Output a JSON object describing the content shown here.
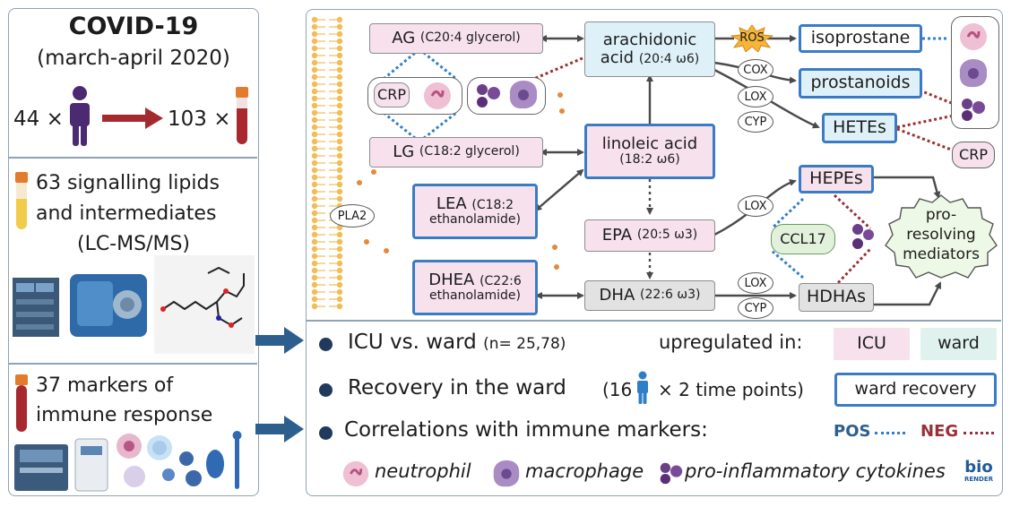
{
  "left": {
    "title": "COVID-19",
    "period": "(march-april 2020)",
    "patients_count": "44 ×",
    "samples_count": "103 ×",
    "lipids_text_line1": "63 signalling lipids",
    "lipids_text_line2": "and intermediates",
    "lipids_text_line3": "(LC-MS/MS)",
    "markers_text_line1": "37 markers of",
    "markers_text_line2": "immune response"
  },
  "pathway": {
    "ag": {
      "name": "AG",
      "detail": "(C20:4 glycerol)"
    },
    "lg": {
      "name": "LG",
      "detail": "(C18:2 glycerol)"
    },
    "crp_left": "CRP",
    "arachidonic": {
      "name_line1": "arachidonic",
      "name_line2": "acid",
      "detail": "(20:4 ω6)"
    },
    "linoleic": {
      "name": "linoleic acid",
      "detail": "(18:2 ω6)"
    },
    "lea": {
      "name": "LEA",
      "detail_a": "(C18:2",
      "detail_b": "ethanolamide)"
    },
    "dhea": {
      "name": "DHEA",
      "detail_a": "(C22:6",
      "detail_b": "ethanolamide)"
    },
    "epa": {
      "name": "EPA",
      "detail": "(20:5 ω3)"
    },
    "dha": {
      "name": "DHA",
      "detail": "(22:6 ω3)"
    },
    "ros": "ROS",
    "isoprostane": "isoprostane",
    "prostanoids": "prostanoids",
    "hetes": "HETEs",
    "hepes": "HEPEs",
    "hdhas": "HDHAs",
    "crp_right": "CRP",
    "ccl17": "CCL17",
    "pla2": "PLA2",
    "cox": "COX",
    "lox_a": "LOX",
    "cyp_a": "CYP",
    "lox_b": "LOX",
    "lox_c": "LOX",
    "cyp_c": "CYP",
    "pro_resolving": {
      "line1": "pro-",
      "line2": "resolving",
      "line3": "mediators"
    }
  },
  "legend": {
    "icu_vs_ward": "ICU vs. ward",
    "icu_vs_ward_n": "(n= 25,78)",
    "upregulated_in": "upregulated in:",
    "icu": "ICU",
    "ward": "ward",
    "recovery_text": "Recovery in the ward",
    "recovery_detail_a": "(16",
    "recovery_detail_b": "× 2 time points)",
    "ward_recovery": "ward recovery",
    "correlations": "Correlations with immune markers:",
    "pos": "POS",
    "neg": "NEG",
    "neutrophil": "neutrophil",
    "macrophage": "macrophage",
    "cytokines": "pro-inflammatory cytokines",
    "brand_line1": "bio",
    "brand_line2": "RENDER"
  },
  "colors": {
    "pink_fill": "#f6e1ec",
    "cyan_fill": "#dff1f8",
    "grey_fill": "#e2e2e2",
    "blue_border": "#3a7bc4",
    "pos_dotted": "#2f7fc6",
    "neg_dotted": "#9b2f37",
    "arrow_red": "#a52a2f",
    "dark_blue_arrow": "#2c5f8e",
    "ward_green": "#e0f2ee"
  },
  "icons": [
    "person-icon",
    "blood-tube-icon",
    "mass-spectrometer-icon",
    "lipid-structure-icon",
    "analyzer-icon",
    "immune-cells-icon",
    "membrane-icon",
    "neutrophil-icon",
    "macrophage-icon",
    "cytokine-icon"
  ]
}
